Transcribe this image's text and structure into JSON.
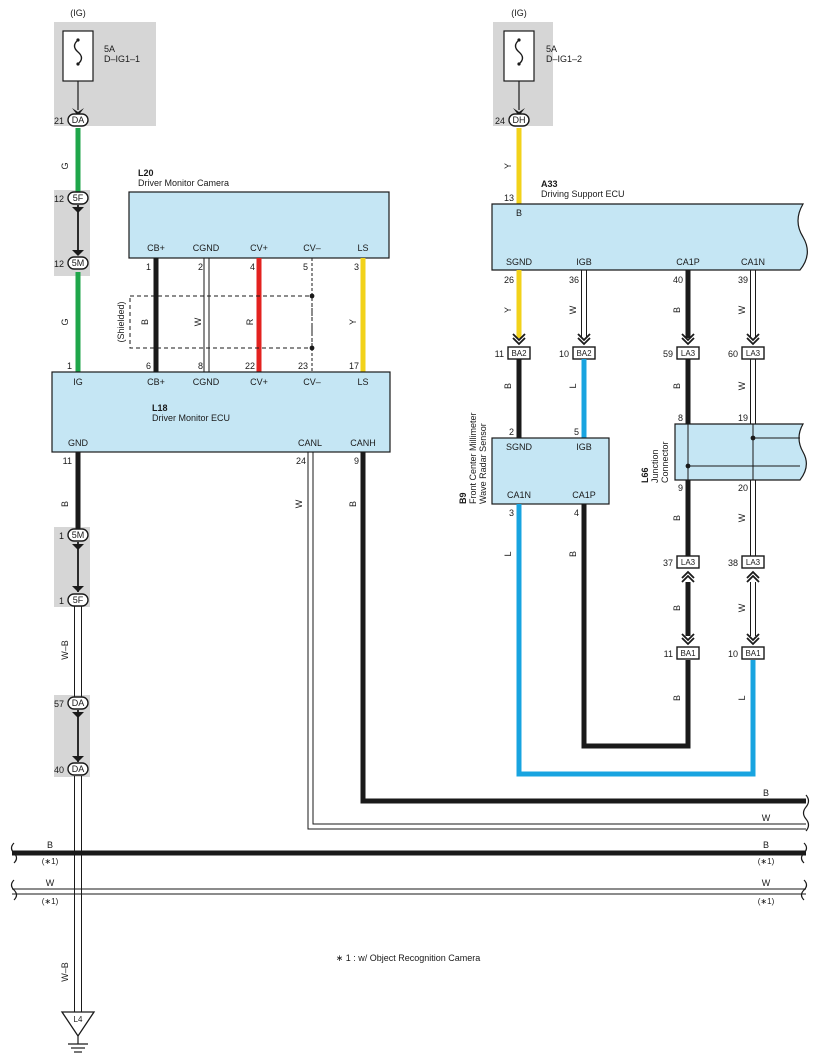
{
  "colors": {
    "ecu_fill": "#c5e6f4",
    "shade": "#d6d6d6",
    "wire_green": "#1fa64a",
    "wire_yellow": "#f2d21a",
    "wire_red": "#e3221f",
    "wire_blue": "#18a4e0",
    "wire_black": "#1a1a1a",
    "wire_white": "#ffffff"
  },
  "fuses": [
    {
      "ig": "(IG)",
      "rating": "5A",
      "name": "D–IG1–1",
      "pin": "21",
      "connector": "DA"
    },
    {
      "ig": "(IG)",
      "rating": "5A",
      "name": "D–IG1–2",
      "pin": "24",
      "connector": "DH"
    }
  ],
  "components": {
    "driver_monitor_camera": {
      "code": "L20",
      "name": "Driver Monitor Camera",
      "terminals": [
        "CB+",
        "CGND",
        "CV+",
        "CV–",
        "LS"
      ],
      "pins": [
        "1",
        "2",
        "4",
        "5",
        "3"
      ],
      "wire_colors": [
        "B",
        "W",
        "R",
        "",
        "Y"
      ],
      "shield_label": "(Shielded)"
    },
    "driver_monitor_ecu": {
      "code": "L18",
      "name": "Driver Monitor ECU",
      "top_terminals": [
        "IG",
        "CB+",
        "CGND",
        "CV+",
        "CV–",
        "LS"
      ],
      "top_pins": [
        "1",
        "6",
        "8",
        "22",
        "23",
        "17"
      ],
      "bottom_terminals": [
        "GND",
        "CANL",
        "CANH"
      ],
      "bottom_pins": [
        "11",
        "24",
        "9"
      ]
    },
    "driving_support_ecu": {
      "code": "A33",
      "name": "Driving Support ECU",
      "top_pin": "13",
      "top_terminal": "B",
      "bottom_terminals": [
        "SGND",
        "IGB",
        "CA1P",
        "CA1N"
      ],
      "bottom_pins": [
        "26",
        "36",
        "40",
        "39"
      ]
    },
    "radar_sensor": {
      "code": "B9",
      "name_line1": "Front Center Millimeter",
      "name_line2": "Wave Radar Sensor",
      "top_terminals": [
        "SGND",
        "IGB"
      ],
      "top_pins": [
        "2",
        "5"
      ],
      "bottom_terminals": [
        "CA1N",
        "CA1P"
      ],
      "bottom_pins": [
        "3",
        "4"
      ]
    },
    "junction_connector": {
      "code": "L66",
      "name_line1": "Junction",
      "name_line2": "Connector",
      "pins_top": [
        "8",
        "19"
      ],
      "pins_bottom": [
        "9",
        "20"
      ]
    }
  },
  "left_column": {
    "wire_upper": "G",
    "junction_5F_top": {
      "pin": "12",
      "connector": "5F"
    },
    "junction_5M_top": {
      "pin": "12",
      "connector": "5M"
    },
    "wire_mid": "G",
    "wire_gnd": "B",
    "junction_5M_bottom": {
      "pin": "1",
      "connector": "5M"
    },
    "junction_5F_bottom": {
      "pin": "1",
      "connector": "5F"
    },
    "wire_wb1": "W–B",
    "junction_DA_top": {
      "pin": "57",
      "connector": "DA"
    },
    "junction_DA_bottom": {
      "pin": "40",
      "connector": "DA"
    },
    "wire_wb2": "W–B",
    "ground": "L4"
  },
  "ecu_bus_wires": {
    "canl": "W",
    "canh": "B"
  },
  "right_connectors": {
    "sgnd_wire": "Y",
    "igb_wire": "W",
    "ca1p_wire": "B",
    "ca1n_wire": "W",
    "ba2_sgnd": {
      "pin": "11",
      "connector": "BA2"
    },
    "ba2_igb": {
      "pin": "10",
      "connector": "BA2"
    },
    "la3_ca1p": {
      "pin": "59",
      "connector": "LA3"
    },
    "la3_ca1n": {
      "pin": "60",
      "connector": "LA3"
    },
    "sgnd_after": "B",
    "igb_after": "L",
    "ca1p_after": "B",
    "ca1n_after": "W",
    "radar_ca1n_wire": "L",
    "radar_ca1p_wire": "B",
    "jc_out_left": "B",
    "jc_out_right": "W",
    "la3_lower_left": {
      "pin": "37",
      "connector": "LA3"
    },
    "la3_lower_right": {
      "pin": "38",
      "connector": "LA3"
    },
    "lower_left_wire": "B",
    "lower_right_wire": "W",
    "ba1_left": {
      "pin": "11",
      "connector": "BA1"
    },
    "ba1_right": {
      "pin": "10",
      "connector": "BA1"
    },
    "ba1_left_wire": "B",
    "ba1_right_wire": "L"
  },
  "bus_lines": [
    {
      "label": "B",
      "note": ""
    },
    {
      "label": "W",
      "note": ""
    },
    {
      "label": "B",
      "note": "(∗1)"
    },
    {
      "label": "W",
      "note": "(∗1)"
    }
  ],
  "footnote": "∗ 1 : w/ Object Recognition Camera"
}
